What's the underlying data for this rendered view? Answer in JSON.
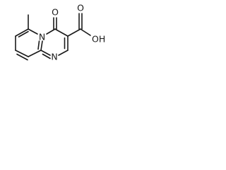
{
  "molecule": {
    "atoms": {
      "n1": "N",
      "n2": "N",
      "o_ketone": "O",
      "o_carbonyl": "O",
      "o_hydroxyl": "OH"
    },
    "colors": {
      "ink": "#1a1a1a",
      "background": "#ffffff"
    }
  }
}
